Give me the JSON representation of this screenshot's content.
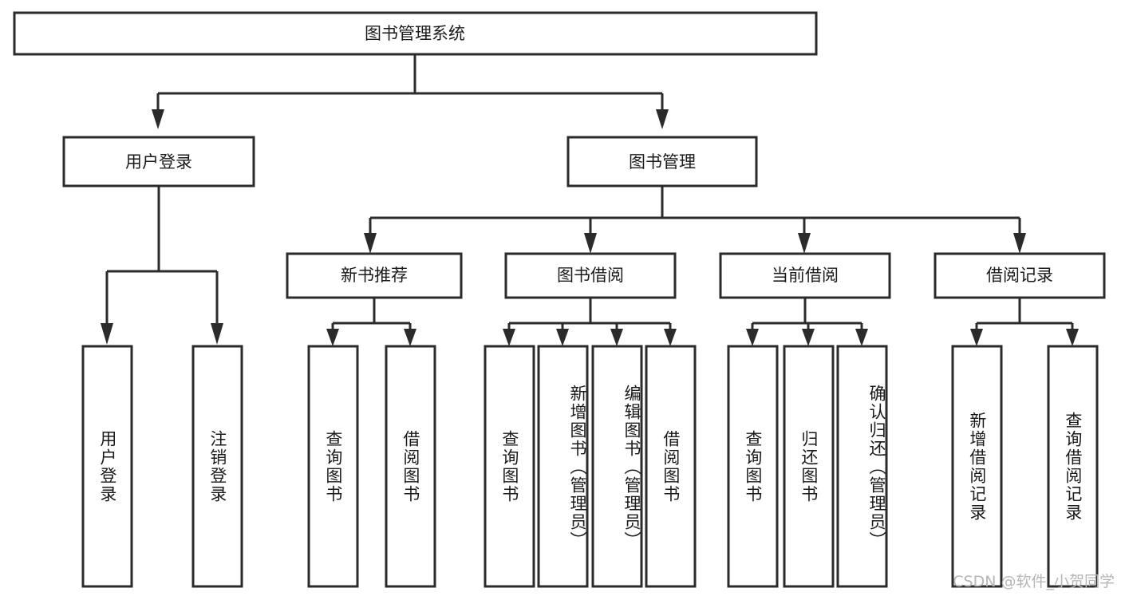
{
  "diagram": {
    "title_node": {
      "label": "图书管理系统"
    },
    "level2": [
      {
        "label": "用户登录"
      },
      {
        "label": "图书管理"
      }
    ],
    "level3": [
      {
        "label": "新书推荐"
      },
      {
        "label": "图书借阅"
      },
      {
        "label": "当前借阅"
      },
      {
        "label": "借阅记录"
      }
    ],
    "leaves": {
      "user_login": [
        {
          "label": "用户登录"
        },
        {
          "label": "注销登录"
        }
      ],
      "new_book": [
        {
          "label": "查询图书"
        },
        {
          "label": "借阅图书"
        }
      ],
      "book_borrow": [
        {
          "label": "查询图书"
        },
        {
          "label": "新增图书（管理员）"
        },
        {
          "label": "编辑图书（管理员）"
        },
        {
          "label": "借阅图书"
        }
      ],
      "current_borrow": [
        {
          "label": "查询图书"
        },
        {
          "label": "归还图书"
        },
        {
          "label": "确认归还（管理员）"
        }
      ],
      "borrow_record": [
        {
          "label": "新增借阅记录"
        },
        {
          "label": "查询借阅记录"
        }
      ]
    }
  },
  "watermark": {
    "text": "CSDN @软件_小贺同学"
  },
  "colors": {
    "background": "#ffffff",
    "stroke": "#2b2b2b",
    "text": "#1a1a1a",
    "watermark": "#b6b6b6"
  }
}
